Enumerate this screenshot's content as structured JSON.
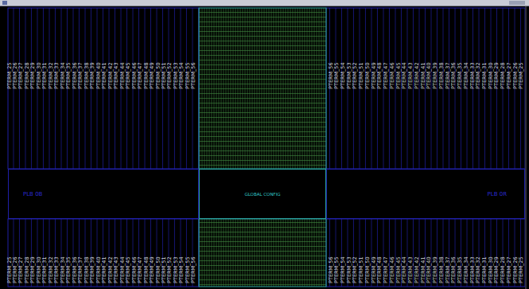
{
  "diagram": {
    "nodes": [
      {
        "text": [
          "PLB 0B"
        ]
      },
      {
        "text": [
          "GLOBAL CONFIG"
        ]
      },
      {
        "text": [
          "PLB 0R"
        ]
      }
    ],
    "labels": [
      "PTERM_25",
      "PTERM_26",
      "PTERM_27",
      "PTERM_28",
      "PTERM_29",
      "PTERM_30",
      "PTERM_31",
      "PTERM_32",
      "PTERM_33",
      "PTERM_34",
      "PTERM_35",
      "PTERM_36",
      "PTERM_37",
      "PTERM_38",
      "PTERM_39",
      "PTERM_40",
      "PTERM_41",
      "PTERM_42",
      "PTERM_43",
      "PTERM_44",
      "PTERM_45",
      "PTERM_46",
      "PTERM_47",
      "PTERM_48",
      "PTERM_49",
      "PTERM_50",
      "PTERM_51",
      "PTERM_52",
      "PTERM_53",
      "PTERM_54",
      "PTERM_55",
      "PTERM_56",
      "PTERM_56",
      "PTERM_55",
      "PTERM_54",
      "PTERM_53",
      "PTERM_52",
      "PTERM_51",
      "PTERM_50",
      "PTERM_49",
      "PTERM_48",
      "PTERM_47",
      "PTERM_46",
      "PTERM_45",
      "PTERM_44",
      "PTERM_43",
      "PTERM_42",
      "PTERM_41",
      "PTERM_40",
      "PTERM_39",
      "PTERM_38",
      "PTERM_37",
      "PTERM_36",
      "PTERM_35",
      "PTERM_34",
      "PTERM_33",
      "PTERM_32",
      "PTERM_31",
      "PTERM_30",
      "PTERM_29",
      "PTERM_28",
      "PTERM_27",
      "PTERM_26",
      "PTERM_25",
      "PTERM_25",
      "PTERM_26",
      "PTERM_27",
      "PTERM_28",
      "PTERM_29",
      "PTERM_30",
      "PTERM_31",
      "PTERM_32",
      "PTERM_33",
      "PTERM_34",
      "PTERM_35",
      "PTERM_36",
      "PTERM_37",
      "PTERM_38",
      "PTERM_39",
      "PTERM_40",
      "PTERM_41",
      "PTERM_42",
      "PTERM_43",
      "PTERM_44",
      "PTERM_45",
      "PTERM_46",
      "PTERM_47",
      "PTERM_48",
      "PTERM_49",
      "PTERM_50",
      "PTERM_51",
      "PTERM_52",
      "PTERM_53",
      "PTERM_54",
      "PTERM_55",
      "PTERM_56",
      "PTERM_56",
      "PTERM_55",
      "PTERM_54",
      "PTERM_53",
      "PTERM_52",
      "PTERM_51",
      "PTERM_50",
      "PTERM_49",
      "PTERM_48",
      "PTERM_47",
      "PTERM_46",
      "PTERM_45",
      "PTERM_44",
      "PTERM_43",
      "PTERM_42",
      "PTERM_41",
      "PTERM_40",
      "PTERM_39",
      "PTERM_38",
      "PTERM_37",
      "PTERM_36",
      "PTERM_35",
      "PTERM_34",
      "PTERM_33",
      "PTERM_32",
      "PTERM_31",
      "PTERM_30",
      "PTERM_29",
      "PTERM_28",
      "PTERM_27",
      "PTERM_26",
      "PTERM_25"
    ]
  }
}
